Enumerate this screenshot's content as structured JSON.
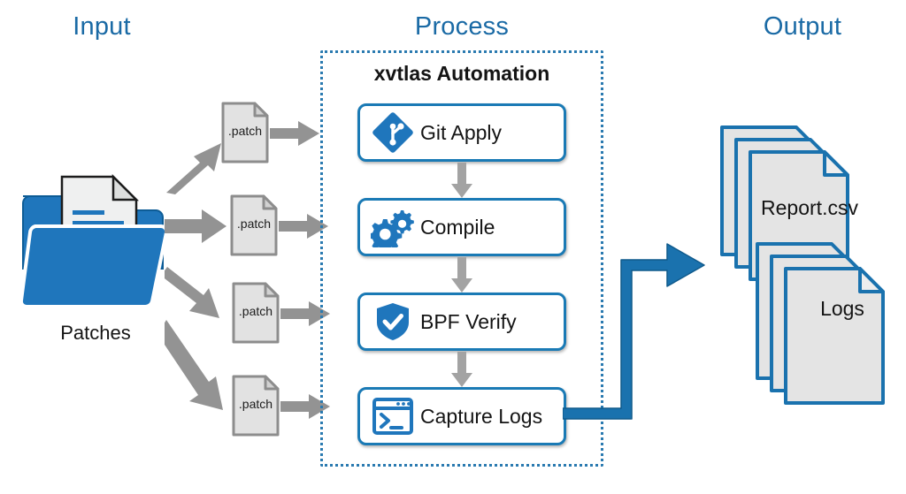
{
  "columns": {
    "input": "Input",
    "process": "Process",
    "output": "Output"
  },
  "process": {
    "title": "xvtlas Automation",
    "border_color": "#2a7ab0",
    "steps": [
      {
        "label": "Git Apply",
        "icon": "git-icon"
      },
      {
        "label": "Compile",
        "icon": "gears-icon"
      },
      {
        "label": "BPF Verify",
        "icon": "shield-check-icon"
      },
      {
        "label": "Capture Logs",
        "icon": "terminal-icon"
      }
    ]
  },
  "input": {
    "folder_label": "Patches",
    "folder_icon": "open-folder-icon",
    "files": [
      {
        "label": ".patch"
      },
      {
        "label": ".patch"
      },
      {
        "label": ".patch"
      },
      {
        "label": ".patch"
      }
    ]
  },
  "output": {
    "documents": [
      {
        "label": "Report.csv",
        "icon": "document-stack-icon"
      },
      {
        "label": "Logs",
        "icon": "document-stack-icon"
      }
    ]
  },
  "colors": {
    "accent_blue": "#1a7ab5",
    "header_blue": "#1a6aa5",
    "arrow_gray": "#939393",
    "file_gray": "#e2e2e2",
    "doc_fill": "#e4e4e4",
    "connector_blue": "#1a72ae"
  }
}
